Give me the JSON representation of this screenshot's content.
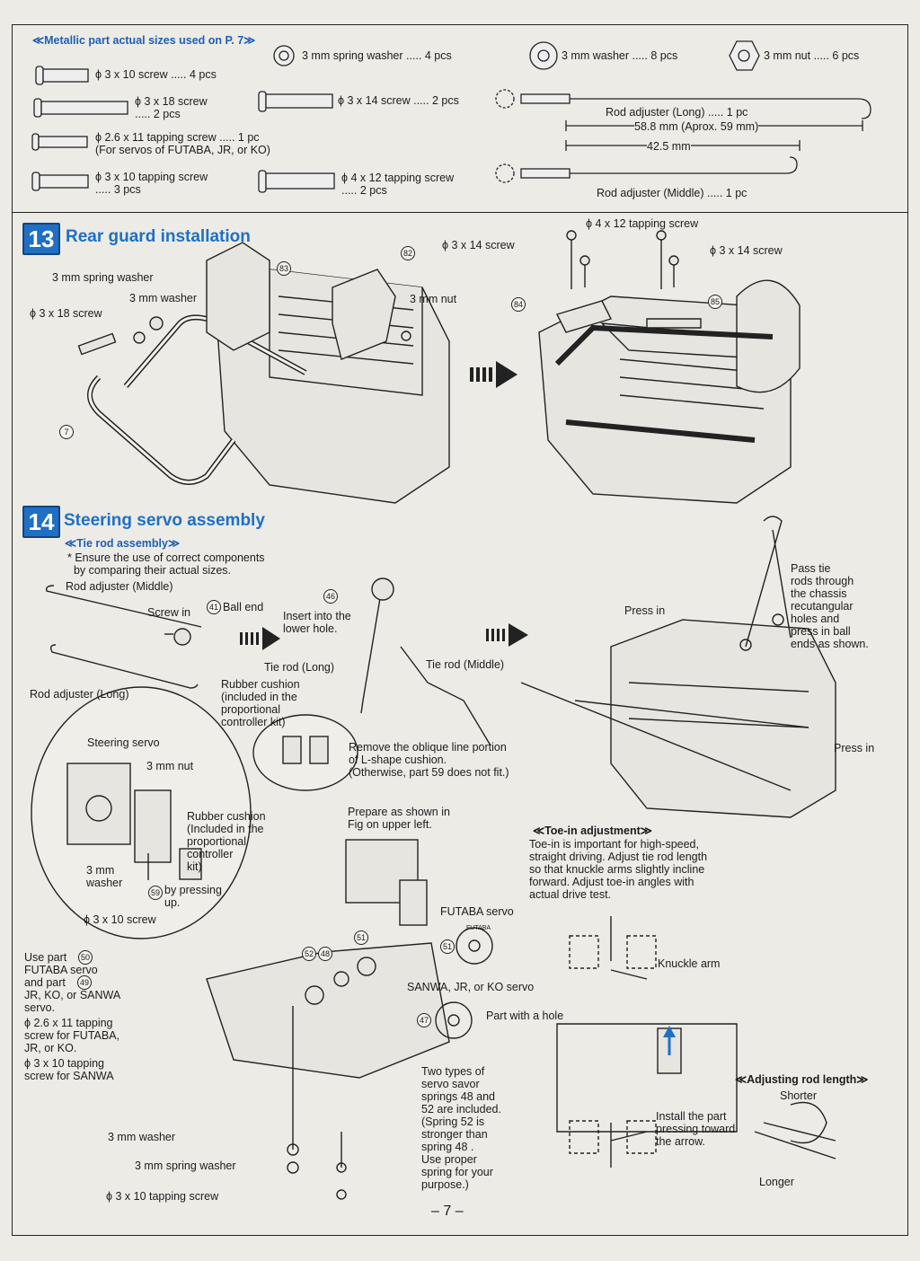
{
  "parts_box": {
    "header": "≪Metallic part actual sizes used on P. 7≫",
    "items": [
      {
        "id": "screw-3x10",
        "label": "ϕ 3 x 10 screw ..... 4 pcs"
      },
      {
        "id": "screw-3x18",
        "label": "ϕ 3 x 18 screw\n..... 2 pcs"
      },
      {
        "id": "tap-2.6x11",
        "label": "ϕ 2.6 x 11 tapping screw ..... 1 pc\n(For servos of FUTABA, JR, or KO)"
      },
      {
        "id": "tap-3x10",
        "label": "ϕ 3 x 10 tapping screw\n..... 3 pcs"
      },
      {
        "id": "spring-washer",
        "label": "3 mm spring washer ..... 4 pcs"
      },
      {
        "id": "screw-3x14",
        "label": "ϕ 3 x 14 screw ..... 2 pcs"
      },
      {
        "id": "tap-4x12",
        "label": "ϕ 4 x 12 tapping screw\n..... 2 pcs"
      },
      {
        "id": "washer",
        "label": "3 mm washer ..... 8 pcs"
      },
      {
        "id": "nut",
        "label": "3 mm nut ..... 6 pcs"
      },
      {
        "id": "rod-long",
        "label": "Rod adjuster (Long) ..... 1 pc"
      },
      {
        "id": "rod-long-dim1",
        "label": "58.8 mm (Aprox. 59 mm)"
      },
      {
        "id": "rod-long-dim2",
        "label": "42.5 mm"
      },
      {
        "id": "rod-middle",
        "label": "Rod adjuster (Middle) ..... 1 pc"
      }
    ]
  },
  "step13": {
    "number": "13",
    "title": "Rear guard installation",
    "labels": {
      "spring_washer": "3 mm spring washer",
      "washer": "3 mm washer",
      "screw18": "ϕ 3 x 18 screw",
      "nut": "3 mm nut",
      "screw14_a": "ϕ 3 x 14 screw",
      "tap4x12": "ϕ 4 x 12 tapping screw",
      "screw14_b": "ϕ 3 x 14 screw",
      "p83": "83",
      "p82": "82",
      "p84": "84",
      "p85": "85",
      "p7": "7"
    }
  },
  "step14": {
    "number": "14",
    "title": "Steering servo assembly",
    "tie_rod_header": "≪Tie rod assembly≫",
    "note": "* Ensure the use of correct components\n  by comparing their actual sizes.",
    "labels": {
      "rod_middle": "Rod adjuster (Middle)",
      "screw_in": "Screw in",
      "p41": "41",
      "ball_end": "Ball end",
      "rod_long": "Rod adjuster (Long)",
      "p46": "46",
      "insert": "Insert into the\nlower hole.",
      "tie_long": "Tie rod (Long)",
      "tie_middle": "Tie rod (Middle)",
      "rubber1": "Rubber cushion\n(included in the\nproportional\ncontroller kit)",
      "remove": "Remove the oblique line portion\nof L-shape cushion.\n(Otherwise, part 59 does not fit.)",
      "press_in_top": "Press in",
      "pass": "Pass tie\nrods through\nthe chassis\nrecutangular\nholes and\npress in ball\nends as shown.",
      "press_in_right": "Press in",
      "servo": "Steering servo",
      "nut": "3 mm nut",
      "rubber2": "Rubber cushion\n(Included in the\nproportional\ncontroller\nkit)",
      "washer": "3 mm\nwasher",
      "p59": "59",
      "by_pressing": "by pressing\nup.",
      "screw10": "ϕ 3 x 10 screw",
      "prepare": "Prepare as shown in\nFig on upper left.",
      "use_part": "Use part    for\nFUTABA servo\nand part    for\nJR, KO, or SANWA\nservo.",
      "p50": "50",
      "p49": "49",
      "tap26": "ϕ 2.6 x 11 tapping\nscrew for FUTABA,\nJR, or KO.",
      "tap310": "ϕ 3 x 10 tapping\nscrew for SANWA",
      "p52": "52",
      "p48": "48",
      "p51": "51",
      "p47": "47",
      "washer_b": "3 mm washer",
      "spring_b": "3 mm spring washer",
      "tap310_b": "ϕ 3 x 10 tapping screw",
      "futaba": "FUTABA servo",
      "futaba_badge": "FUTABA",
      "sanwa": "SANWA, JR, or KO servo",
      "hole": "Part with a hole",
      "two_types": "Two types of\nservo savor\nsprings 48 and\n52 are included.\n(Spring 52 is\nstronger than\nspring 48 .\nUse proper\nspring for your\npurpose.)",
      "toe_title": "≪Toe-in adjustment≫",
      "toe_body": "Toe-in is important for high-speed,\nstraight driving. Adjust tie rod length\nso that knuckle arms slightly incline\nforward. Adjust toe-in angles with\nactual drive test.",
      "knuckle": "Knuckle arm",
      "install": "Install the part\npressing toward\nthe arrow.",
      "adj_title": "≪Adjusting rod length≫",
      "shorter": "Shorter",
      "longer": "Longer"
    }
  },
  "page_number": "– 7 –",
  "colors": {
    "accent": "#1f6fc4",
    "ink": "#1c1c1c",
    "paper": "#ecebe6"
  }
}
